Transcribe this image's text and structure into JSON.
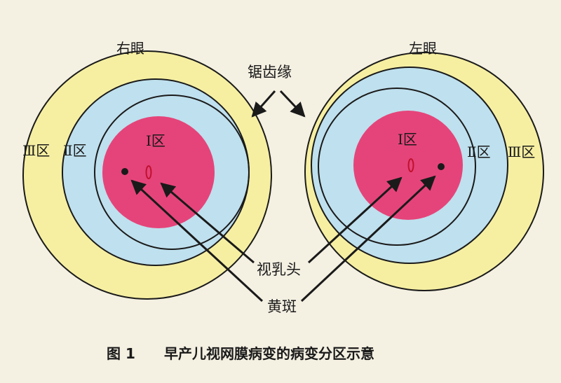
{
  "labels": {
    "right_eye": "右眼",
    "left_eye": "左眼",
    "ora_serrata": "锯齿缘",
    "zone_1": "Ⅰ区",
    "zone_2": "Ⅱ区",
    "zone_3": "Ⅲ区",
    "optic_disc": "视乳头",
    "macula": "黄斑"
  },
  "caption": {
    "figure_no": "图 1",
    "text": "早产儿视网膜病变的病变分区示意"
  },
  "colors": {
    "background": "#f4f0e2",
    "zone_3": "#f6efa2",
    "zone_2": "#bfe0ee",
    "zone_1": "#e5447a",
    "outline": "#1a1a1a",
    "optic_disc_mark": "#c0102e"
  }
}
